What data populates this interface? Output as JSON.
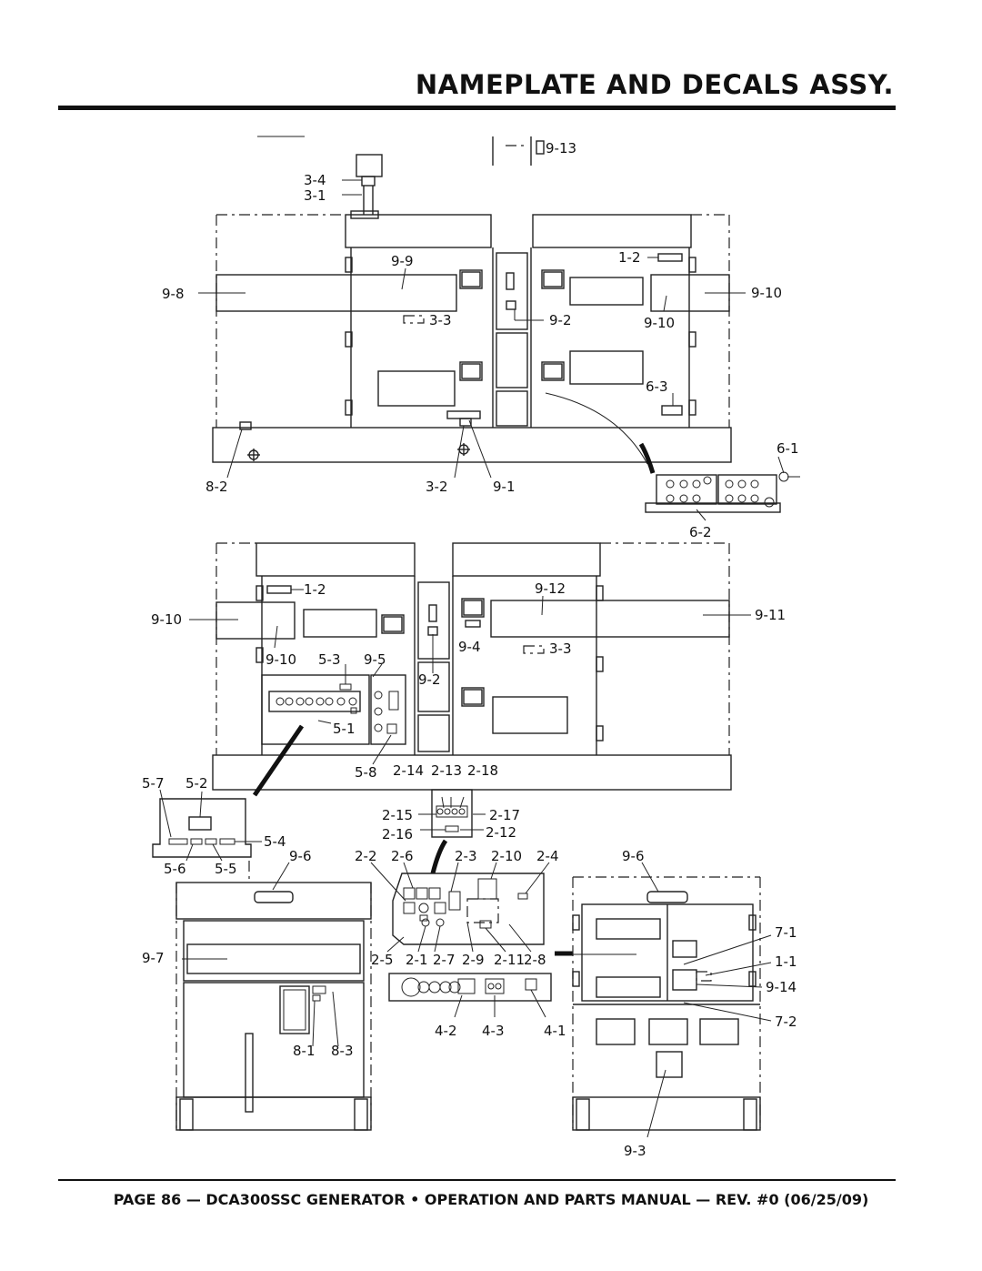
{
  "header": {
    "title": "NAMEPLATE AND DECALS ASSY."
  },
  "footer": {
    "text": "PAGE 86 — DCA300SSC GENERATOR • OPERATION AND PARTS MANUAL — REV. #0 (06/25/09)"
  },
  "callouts": {
    "c_9_13": "9-13",
    "c_3_4": "3-4",
    "c_3_1": "3-1",
    "c_9_9": "9-9",
    "c_9_8": "9-8",
    "c_3_3a": "3-3",
    "c_9_2a": "9-2",
    "c_1_2a": "1-2",
    "c_9_10a": "9-10",
    "c_9_10b": "9-10",
    "c_6_3": "6-3",
    "c_6_1": "6-1",
    "c_8_2": "8-2",
    "c_3_2": "3-2",
    "c_9_1": "9-1",
    "c_6_2": "6-2",
    "c_1_2b": "1-2",
    "c_9_12": "9-12",
    "c_9_10c": "9-10",
    "c_9_11": "9-11",
    "c_9_4": "9-4",
    "c_3_3b": "3-3",
    "c_9_10d": "9-10",
    "c_5_3": "5-3",
    "c_9_5": "9-5",
    "c_9_2b": "9-2",
    "c_5_1": "5-1",
    "c_5_8": "5-8",
    "c_2_14": "2-14",
    "c_2_13": "2-13",
    "c_2_18": "2-18",
    "c_5_7": "5-7",
    "c_5_2": "5-2",
    "c_2_15": "2-15",
    "c_2_17": "2-17",
    "c_5_4": "5-4",
    "c_2_16": "2-16",
    "c_2_12": "2-12",
    "c_5_6": "5-6",
    "c_5_5": "5-5",
    "c_9_6a": "9-6",
    "c_2_2": "2-2",
    "c_2_6": "2-6",
    "c_2_3": "2-3",
    "c_2_10": "2-10",
    "c_2_4": "2-4",
    "c_9_6b": "9-6",
    "c_9_7": "9-7",
    "c_7_1": "7-1",
    "c_1_1": "1-1",
    "c_2_5": "2-5",
    "c_2_1": "2-1",
    "c_2_7": "2-7",
    "c_2_9": "2-9",
    "c_2_11": "2-11",
    "c_2_8": "2-8",
    "c_9_14": "9-14",
    "c_4_2": "4-2",
    "c_4_3": "4-3",
    "c_4_1": "4-1",
    "c_7_2": "7-2",
    "c_8_1": "8-1",
    "c_8_3": "8-3",
    "c_9_3": "9-3"
  }
}
